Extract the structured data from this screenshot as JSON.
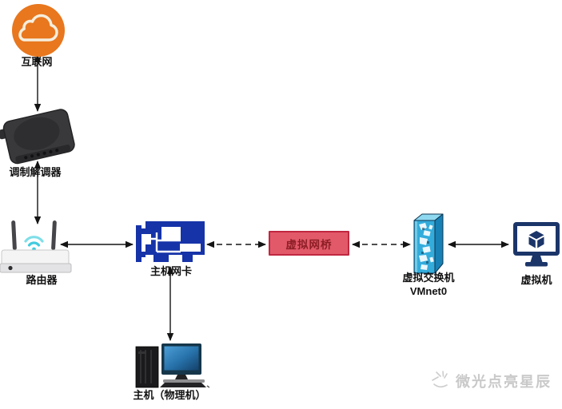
{
  "diagram": {
    "nodes": {
      "internet": {
        "label": "互联网",
        "icon": "cloud-icon",
        "color": "#E8771E"
      },
      "modem": {
        "label": "调制解调器",
        "icon": "modem-icon",
        "color": "#3A3A3C"
      },
      "router": {
        "label": "路由器",
        "icon": "router-icon",
        "wifi_color": "#43CBDF"
      },
      "nic": {
        "label": "主机网卡",
        "icon": "network-card-icon",
        "color": "#1633A8"
      },
      "bridge": {
        "label": "虚拟网桥",
        "fill": "#E2596A",
        "border": "#C02740",
        "text_color": "#8C1E26"
      },
      "vswitch": {
        "label": "虚拟交换机",
        "sublabel": "VMnet0",
        "icon": "switch-icon",
        "color": "#2FA8D8"
      },
      "vm": {
        "label": "虚拟机",
        "icon": "virtual-machine-icon",
        "color": "#1B3569"
      },
      "host": {
        "label": "主机（物理机）",
        "icon": "desktop-computer-icon"
      }
    },
    "connections": [
      {
        "from": "internet",
        "to": "modem",
        "style": "solid",
        "arrows": "both"
      },
      {
        "from": "modem",
        "to": "router",
        "style": "solid",
        "arrows": "both"
      },
      {
        "from": "router",
        "to": "nic",
        "style": "solid",
        "arrows": "both"
      },
      {
        "from": "nic",
        "to": "bridge",
        "style": "dashed",
        "arrows": "both"
      },
      {
        "from": "bridge",
        "to": "vswitch",
        "style": "dashed",
        "arrows": "both"
      },
      {
        "from": "vswitch",
        "to": "vm",
        "style": "solid",
        "arrows": "both"
      },
      {
        "from": "nic",
        "to": "host",
        "style": "solid",
        "arrows": "both"
      }
    ],
    "watermark": {
      "text": "微光点亮星辰",
      "color": "#C9C9C9"
    }
  }
}
